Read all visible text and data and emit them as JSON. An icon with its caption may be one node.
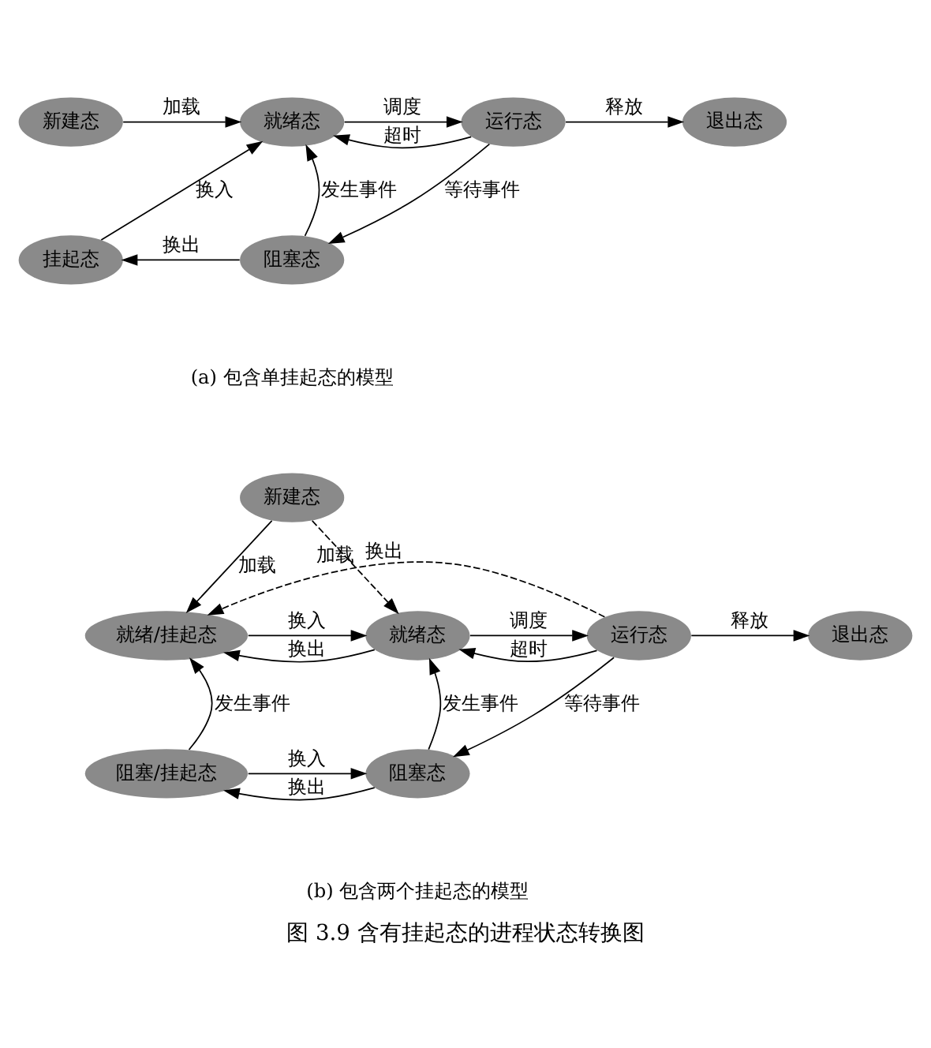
{
  "diagram": {
    "caption": "图 3.9 含有挂起态的进程状态转换图",
    "nodes": [
      {
        "text": [
          "新建态"
        ]
      },
      {
        "text": [
          "就绪态"
        ]
      },
      {
        "text": [
          "运行态"
        ]
      },
      {
        "text": [
          "退出态"
        ]
      },
      {
        "text": [
          "挂起态"
        ]
      },
      {
        "text": [
          "阻塞态"
        ]
      },
      {
        "text": [
          "新建态"
        ]
      },
      {
        "text": [
          "就绪/挂起态"
        ]
      },
      {
        "text": [
          "就绪态"
        ]
      },
      {
        "text": [
          "运行态"
        ]
      },
      {
        "text": [
          "退出态"
        ]
      },
      {
        "text": [
          "阻塞/挂起态"
        ]
      },
      {
        "text": [
          "阻塞态"
        ]
      }
    ],
    "edges": [
      {
        "from": 0,
        "to": 1,
        "arrow": "to",
        "label": "加载"
      },
      {
        "from": 1,
        "to": 2,
        "arrow": "to",
        "label": "调度"
      },
      {
        "from": 2,
        "to": 1,
        "arrow": "to",
        "label": "超时"
      },
      {
        "from": 2,
        "to": 3,
        "arrow": "to",
        "label": "释放"
      },
      {
        "from": 4,
        "to": 1,
        "arrow": "to",
        "label": "换入"
      },
      {
        "from": 5,
        "to": 1,
        "arrow": "to",
        "label": "发生事件"
      },
      {
        "from": 2,
        "to": 5,
        "arrow": "to",
        "label": "等待事件"
      },
      {
        "from": 5,
        "to": 4,
        "arrow": "to",
        "label": "换出"
      },
      {
        "from": 6,
        "to": 7,
        "arrow": "to",
        "label": "加载"
      },
      {
        "from": 6,
        "to": 8,
        "arrow": "to",
        "label": "加载",
        "style": "dashed"
      },
      {
        "from": 9,
        "to": 7,
        "arrow": "to",
        "label": "换出",
        "style": "dashed"
      },
      {
        "from": 7,
        "to": 8,
        "arrow": "to",
        "label": "换入"
      },
      {
        "from": 8,
        "to": 7,
        "arrow": "to",
        "label": "换出"
      },
      {
        "from": 8,
        "to": 9,
        "arrow": "to",
        "label": "调度"
      },
      {
        "from": 9,
        "to": 8,
        "arrow": "to",
        "label": "超时"
      },
      {
        "from": 9,
        "to": 10,
        "arrow": "to",
        "label": "释放"
      },
      {
        "from": 11,
        "to": 7,
        "arrow": "to",
        "label": "发生事件"
      },
      {
        "from": 12,
        "to": 8,
        "arrow": "to",
        "label": "发生事件"
      },
      {
        "from": 9,
        "to": 12,
        "arrow": "to",
        "label": "等待事件"
      },
      {
        "from": 11,
        "to": 12,
        "arrow": "to",
        "label": "换入"
      },
      {
        "from": 12,
        "to": 11,
        "arrow": "to",
        "label": "换出"
      }
    ],
    "labels": [
      "(a) 包含单挂起态的模型",
      "(b) 包含两个挂起态的模型"
    ]
  }
}
